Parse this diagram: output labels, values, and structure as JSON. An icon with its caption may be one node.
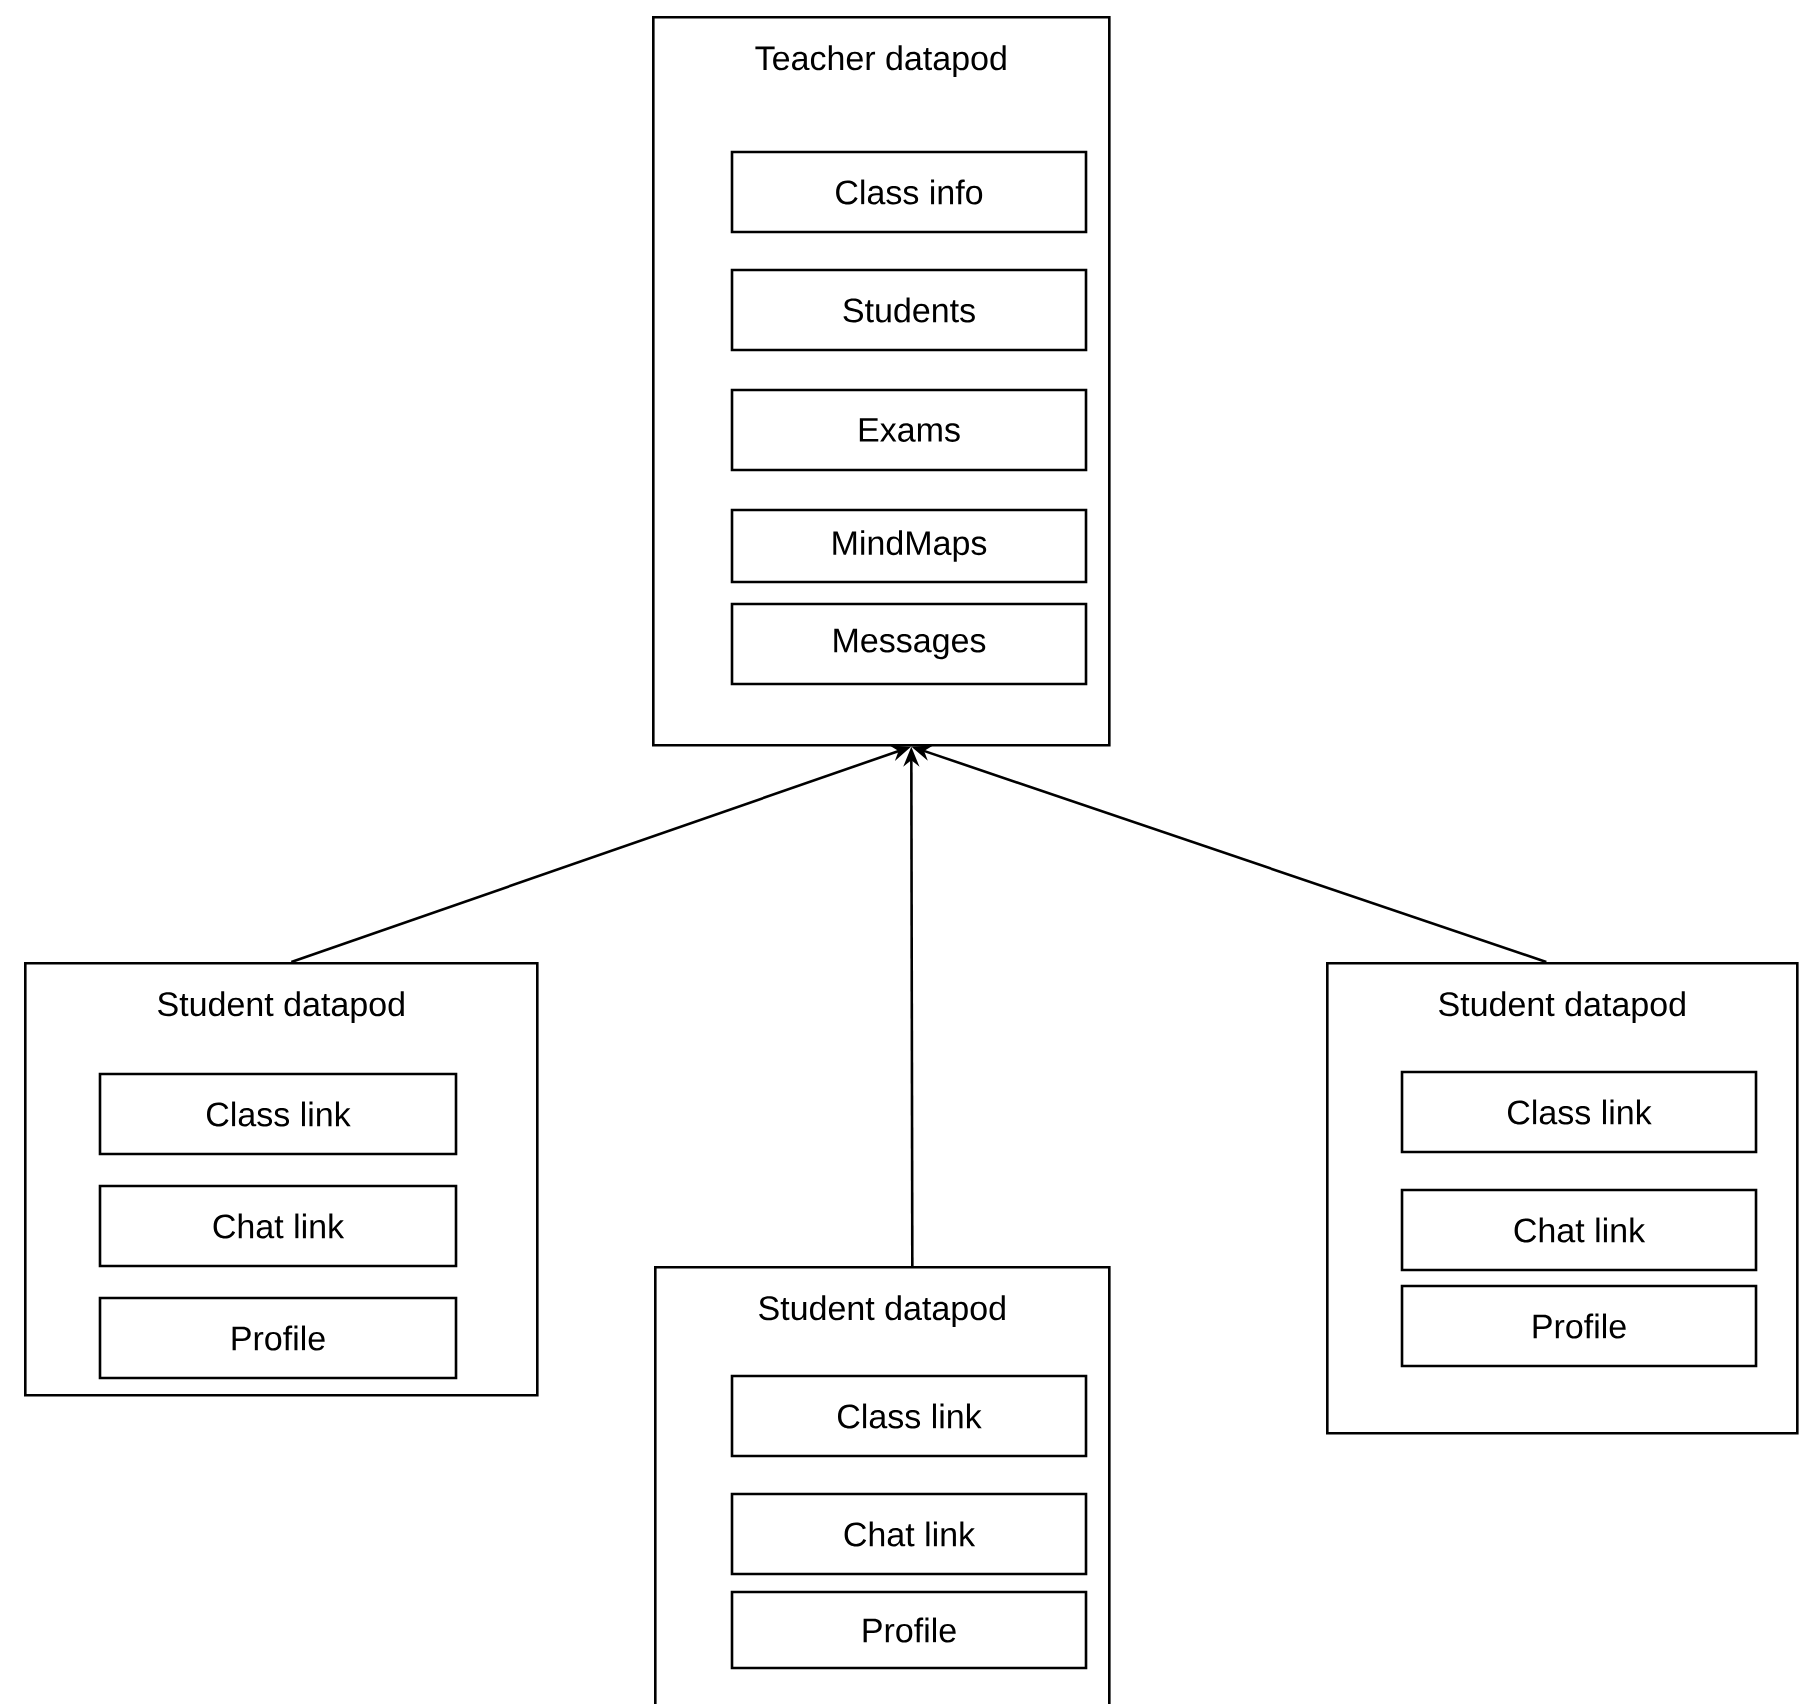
{
  "diagram": {
    "nodes": [
      {
        "text": [
          "Teacher datapod"
        ]
      },
      {
        "text": [
          "Class info"
        ],
        "in": 0
      },
      {
        "text": [
          "Students"
        ],
        "in": 0
      },
      {
        "text": [
          "Exams"
        ],
        "in": 0
      },
      {
        "text": [
          "MindMaps"
        ],
        "in": 0
      },
      {
        "text": [
          "Messages"
        ],
        "in": 0
      },
      {
        "text": [
          "Student datapod"
        ]
      },
      {
        "text": [
          "Class link"
        ],
        "in": 6
      },
      {
        "text": [
          "Chat link"
        ],
        "in": 6
      },
      {
        "text": [
          "Profile"
        ],
        "in": 6
      },
      {
        "text": [
          "Student datapod"
        ]
      },
      {
        "text": [
          "Class link"
        ],
        "in": 10
      },
      {
        "text": [
          "Chat link"
        ],
        "in": 10
      },
      {
        "text": [
          "Profile"
        ],
        "in": 10
      },
      {
        "text": [
          "Student datapod"
        ]
      },
      {
        "text": [
          "Class link"
        ],
        "in": 14
      },
      {
        "text": [
          "Chat link"
        ],
        "in": 14
      },
      {
        "text": [
          "Profile"
        ],
        "in": 14
      }
    ],
    "edges": [
      {
        "from": 6,
        "to": 0,
        "arrow": "to"
      },
      {
        "from": 10,
        "to": 0,
        "arrow": "to"
      },
      {
        "from": 14,
        "to": 0,
        "arrow": "to"
      }
    ]
  }
}
